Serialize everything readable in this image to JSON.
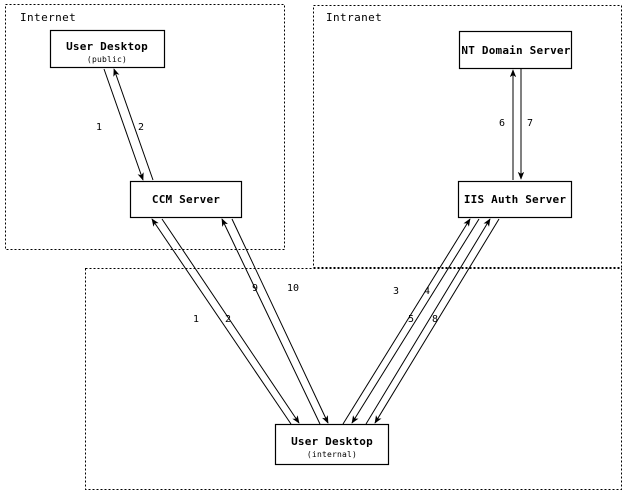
{
  "diagram": {
    "type": "network-authentication-flow",
    "background_color": "#ffffff",
    "line_color": "#000000",
    "zones": [
      {
        "id": "internet",
        "label": "Internet"
      },
      {
        "id": "intranet",
        "label": "Intranet"
      },
      {
        "id": "internal_zone",
        "label": ""
      }
    ],
    "nodes": [
      {
        "id": "user_desktop_public",
        "title": "User Desktop",
        "subtitle": "(public)"
      },
      {
        "id": "ccm_server",
        "title": "CCM Server",
        "subtitle": ""
      },
      {
        "id": "nt_domain_server",
        "title": "NT Domain Server",
        "subtitle": ""
      },
      {
        "id": "iis_auth_server",
        "title": "IIS Auth Server",
        "subtitle": ""
      },
      {
        "id": "user_desktop_internal",
        "title": "User Desktop",
        "subtitle": "(internal)"
      }
    ],
    "edge_labels": [
      {
        "id": "pub-ccm-out",
        "text": "1",
        "from": "user_desktop_public",
        "to": "ccm_server"
      },
      {
        "id": "pub-ccm-in",
        "text": "2",
        "from": "ccm_server",
        "to": "user_desktop_public"
      },
      {
        "id": "iis-nt-out",
        "text": "6",
        "from": "iis_auth_server",
        "to": "nt_domain_server"
      },
      {
        "id": "nt-iis-in",
        "text": "7",
        "from": "nt_domain_server",
        "to": "iis_auth_server"
      },
      {
        "id": "int-ccm-out",
        "text": "1",
        "from": "user_desktop_internal",
        "to": "ccm_server"
      },
      {
        "id": "ccm-int-in",
        "text": "2",
        "from": "ccm_server",
        "to": "user_desktop_internal"
      },
      {
        "id": "int-ccm-out2",
        "text": "9",
        "from": "user_desktop_internal",
        "to": "ccm_server"
      },
      {
        "id": "ccm-int-in2",
        "text": "10",
        "from": "ccm_server",
        "to": "user_desktop_internal"
      },
      {
        "id": "int-iis-out",
        "text": "3",
        "from": "user_desktop_internal",
        "to": "iis_auth_server"
      },
      {
        "id": "iis-int-in",
        "text": "4",
        "from": "iis_auth_server",
        "to": "user_desktop_internal"
      },
      {
        "id": "int-iis-out2",
        "text": "5",
        "from": "user_desktop_internal",
        "to": "iis_auth_server"
      },
      {
        "id": "iis-int-in2",
        "text": "8",
        "from": "iis_auth_server",
        "to": "user_desktop_internal"
      }
    ]
  }
}
